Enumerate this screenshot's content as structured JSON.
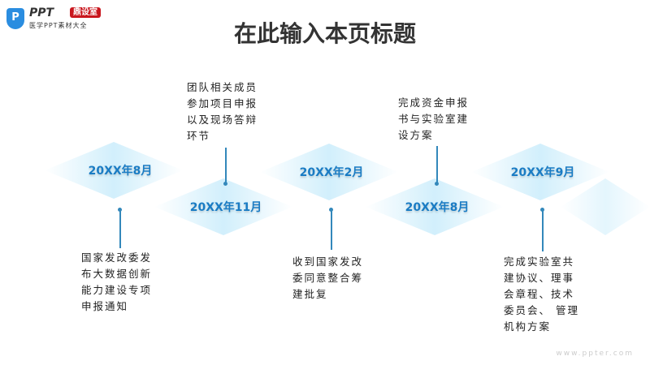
{
  "logo": {
    "brand": "PPT",
    "badge": "鼎设室",
    "tagline": "医学PPT素材大全",
    "icon": "shield-p-icon"
  },
  "title": "在此输入本页标题",
  "milestones": [
    {
      "date": "20XX年8月",
      "desc": "国家发改委发布大数据创新能力建设专项申报通知"
    },
    {
      "date": "20XX年11月",
      "desc": "团队相关成员参加项目申报以及现场答辩环节"
    },
    {
      "date": "20XX年2月",
      "desc": "收到国家发改委同意整合筹建批复"
    },
    {
      "date": "20XX年8月",
      "desc": "完成资金申报书与实验室建设方案"
    },
    {
      "date": "20XX年9月",
      "desc": "完成实验室共建协议、理事会章程、技术委员会、 管理机构方案"
    }
  ],
  "watermark": "www.ppter.com",
  "colors": {
    "accent": "#1a7cc4",
    "line": "#3388bb"
  }
}
